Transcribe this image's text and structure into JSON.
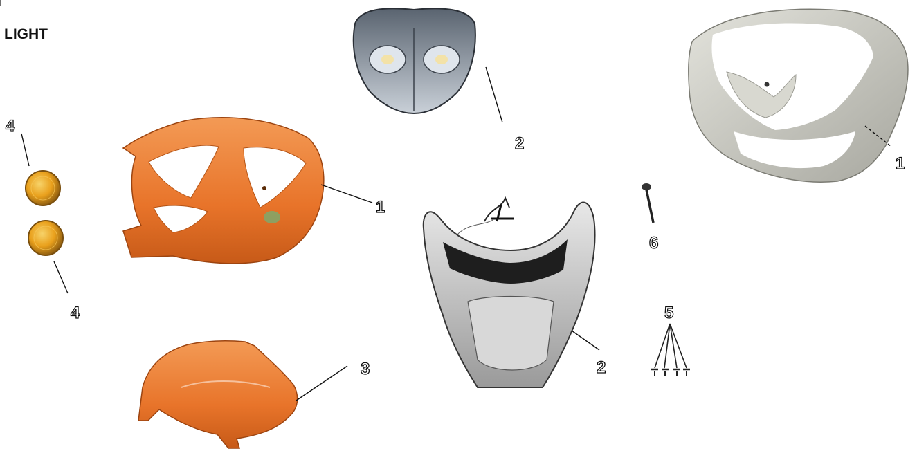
{
  "title": "LIGHT",
  "callouts": {
    "c1a": "1",
    "c1b": "1",
    "c2a": "2",
    "c2b": "2",
    "c3": "3",
    "c4a": "4",
    "c4b": "4",
    "c5": "5",
    "c6": "6"
  },
  "colors": {
    "front_cover_orange": "#e8742a",
    "reflector_amber": "#e9a01c",
    "headlight_gray": "#9aa3ad",
    "primer_cover_gray": "#c9c9c1"
  }
}
